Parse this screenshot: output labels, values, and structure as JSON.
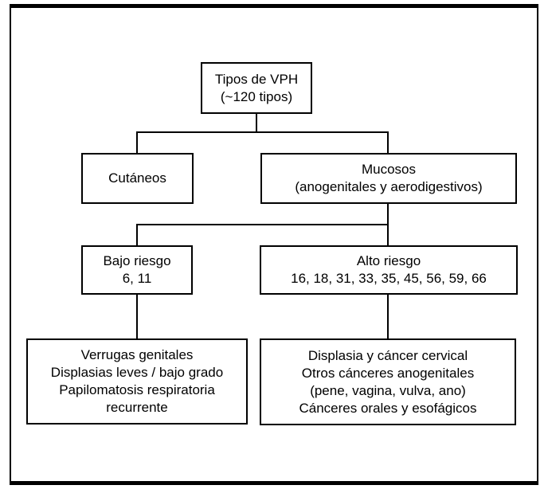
{
  "diagram": {
    "type": "flowchart",
    "topic": "Clasificación de los tipos de VPH",
    "colors": {
      "background": "#ffffff",
      "line": "#000000",
      "text": "#000000"
    },
    "nodes": {
      "root": {
        "lines": [
          "Tipos de VPH",
          "(~120 tipos)"
        ]
      },
      "cutaneos": {
        "lines": [
          "Cutáneos"
        ]
      },
      "mucosos": {
        "lines": [
          "Mucosos",
          "(anogenitales y aerodigestivos)"
        ]
      },
      "bajo_riesgo": {
        "lines": [
          "Bajo riesgo",
          "6, 11"
        ]
      },
      "alto_riesgo": {
        "lines": [
          "Alto riesgo",
          "16, 18, 31, 33, 35, 45, 56, 59, 66"
        ]
      },
      "bajo_riesgo_outcomes": {
        "lines": [
          "Verrugas genitales",
          "Displasias leves / bajo grado",
          "Papilomatosis respiratoria",
          "recurrente"
        ]
      },
      "alto_riesgo_outcomes": {
        "lines": [
          "Displasia y cáncer cervical",
          "Otros cánceres anogenitales",
          "(pene, vagina, vulva, ano)",
          "Cánceres orales y esofágicos"
        ]
      }
    },
    "edges": [
      {
        "from": "root",
        "to": "cutaneos"
      },
      {
        "from": "root",
        "to": "mucosos"
      },
      {
        "from": "mucosos",
        "to": "bajo_riesgo"
      },
      {
        "from": "mucosos",
        "to": "alto_riesgo"
      },
      {
        "from": "bajo_riesgo",
        "to": "bajo_riesgo_outcomes"
      },
      {
        "from": "alto_riesgo",
        "to": "alto_riesgo_outcomes"
      }
    ]
  }
}
